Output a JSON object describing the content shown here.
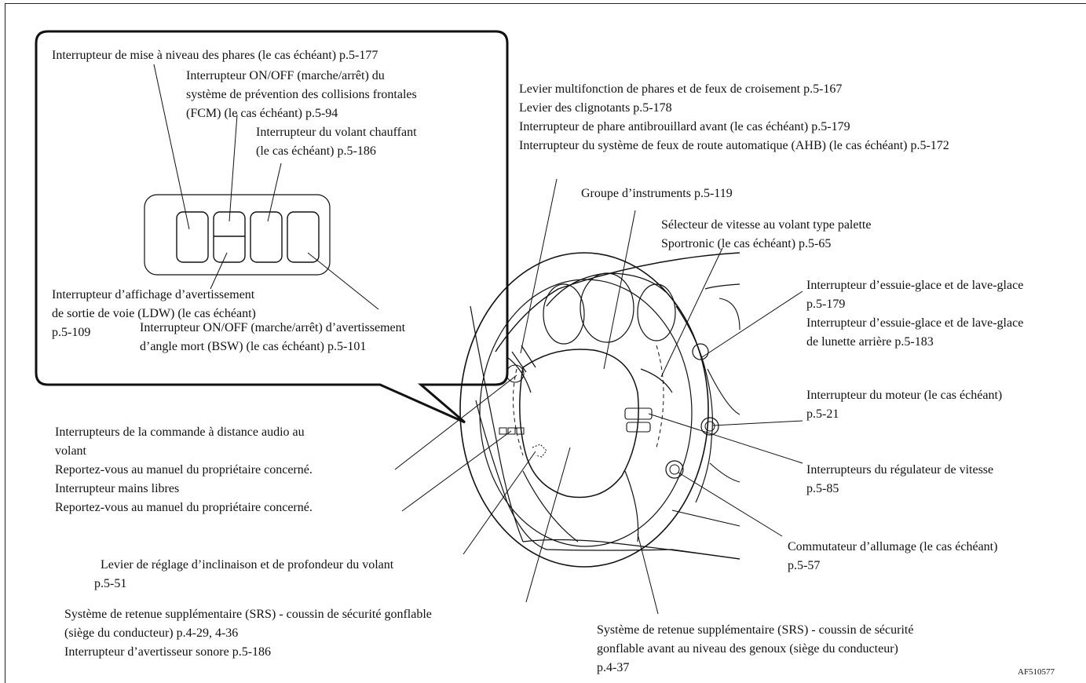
{
  "callout": {
    "headlamp_leveling": "Interrupteur de mise à niveau des phares (le cas échéant) p.5-177",
    "fcm_switch_l1": "Interrupteur ON/OFF (marche/arrêt) du",
    "fcm_switch_l2": "système de prévention des collisions frontales",
    "fcm_switch_l3": "(FCM) (le cas échéant) p.5-94",
    "heated_wheel_l1": "Interrupteur du volant chauffant",
    "heated_wheel_l2": "(le cas échéant) p.5-186",
    "ldw_l1": "Interrupteur d’affichage d’avertissement",
    "ldw_l2": "de sortie de voie (LDW) (le cas échéant)",
    "ldw_l3": "p.5-109",
    "bsw_l1": "Interrupteur ON/OFF (marche/arrêt) d’avertissement",
    "bsw_l2": "d’angle mort (BSW) (le cas échéant) p.5-101"
  },
  "labels": {
    "headlamp_lever": "Levier multifonction de phares et de feux de croisement p.5-167",
    "turn_signal": "Levier des clignotants p.5-178",
    "fog_lamp": "Interrupteur de phare antibrouillard avant (le cas échéant) p.5-179",
    "ahb": "Interrupteur du système de feux de route automatique (AHB) (le cas échéant) p.5-172",
    "instrument_cluster": "Groupe d’instruments p.5-119",
    "paddle_l1": "Sélecteur de vitesse au volant type palette",
    "paddle_l2": "Sportronic (le cas échéant) p.5-65",
    "wiper_front_l1": "Interrupteur d’essuie-glace et de lave-glace",
    "wiper_front_l2": "p.5-179",
    "wiper_rear_l1": "Interrupteur d’essuie-glace et de lave-glace",
    "wiper_rear_l2": "de lunette arrière p.5-183",
    "engine_l1": "Interrupteur du moteur (le cas échéant)",
    "engine_l2": "p.5-21",
    "cruise_l1": "Interrupteurs du régulateur de vitesse",
    "cruise_l2": "p.5-85",
    "ignition_l1": "Commutateur d’allumage (le cas échéant)",
    "ignition_l2": "p.5-57",
    "audio_l1": "Interrupteurs de la commande à distance audio au",
    "audio_l2": "volant",
    "audio_l3": "Reportez-vous au manuel du propriétaire concerné.",
    "handsfree_l1": "Interrupteur mains libres",
    "handsfree_l2": "Reportez-vous au manuel du propriétaire concerné.",
    "tilt_l1": "Levier de réglage d’inclinaison et de profondeur du volant",
    "tilt_l2": "p.5-51",
    "srs_l1": "Système de retenue supplémentaire (SRS) - coussin de sécurité gonflable",
    "srs_l2": "(siège du conducteur) p.4-29, 4-36",
    "horn": "Interrupteur d’avertisseur sonore p.5-186",
    "knee_l1": "Système de retenue supplémentaire (SRS) - coussin de sécurité",
    "knee_l2": "gonflable avant au niveau des genoux (siège du conducteur)",
    "knee_l3": "p.4-37"
  },
  "figure_code": "AF510577"
}
